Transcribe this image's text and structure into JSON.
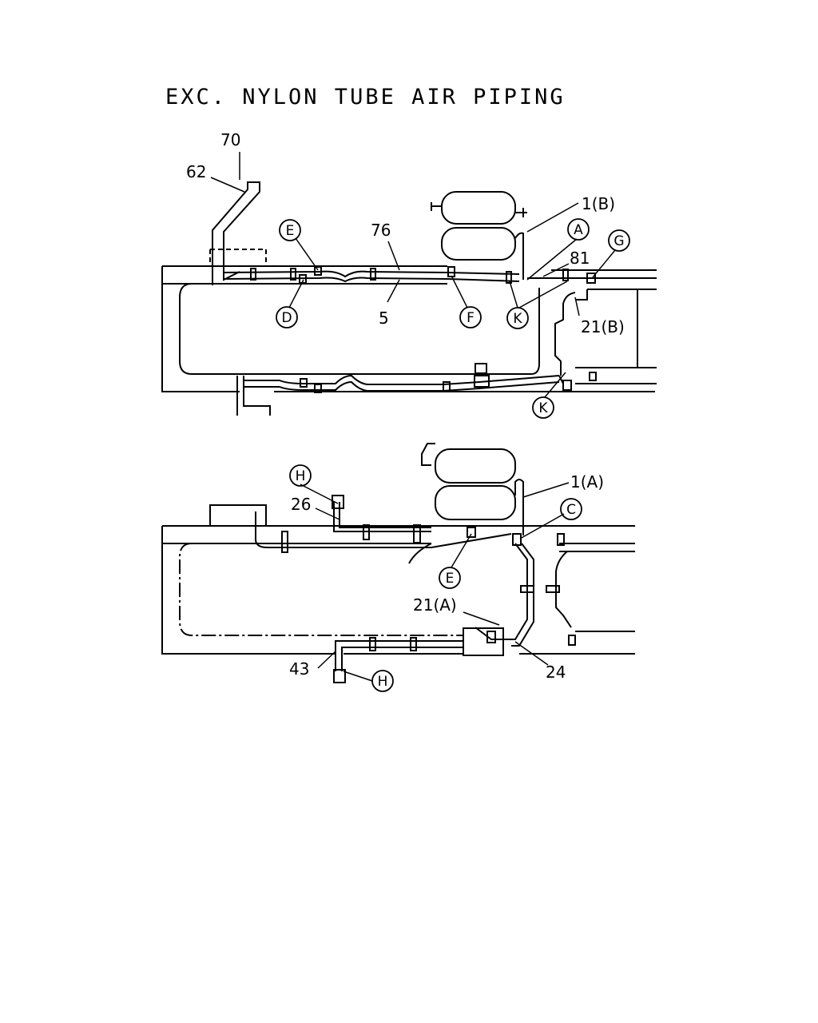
{
  "title": "EXC. NYLON TUBE AIR PIPING",
  "top_view": {
    "part_numbers": {
      "p70": "70",
      "p62": "62",
      "p76": "76",
      "p5": "5",
      "p1b": "1(B)",
      "p81": "81",
      "p21b": "21(B)"
    },
    "circle_labels": {
      "e": "E",
      "d": "D",
      "f": "F",
      "a": "A",
      "g": "G",
      "k1": "K",
      "k2": "K"
    }
  },
  "bottom_view": {
    "part_numbers": {
      "p26": "26",
      "p1a": "1(A)",
      "p21a": "21(A)",
      "p43": "43",
      "p24": "24"
    },
    "circle_labels": {
      "h1": "H",
      "c": "C",
      "e": "E",
      "h2": "H"
    }
  }
}
